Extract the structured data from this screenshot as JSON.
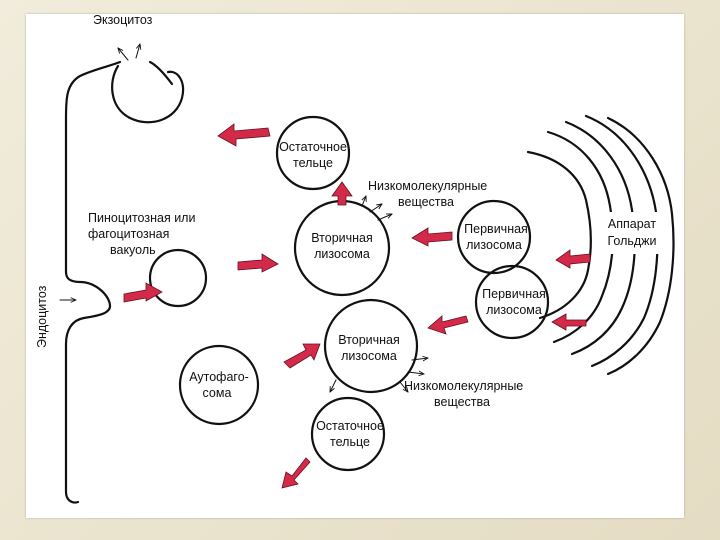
{
  "diagram": {
    "colors": {
      "accent_arrow": "#d42a4a",
      "ink": "#111111",
      "background": "#e9e3cf"
    },
    "labels": {
      "exocytosis": "Экзоцитоз",
      "endocytosis": "Эндоцитоз",
      "residual_body_top_1": "Остаточное",
      "residual_body_top_2": "тельце",
      "low_molecular_top_1": "Низкомолекулярные",
      "low_molecular_top_2": "вещества",
      "pinocytic_1": "Пиноцитозная или",
      "pinocytic_2": "фагоцитозная",
      "pinocytic_3": "вакуоль",
      "secondary_top_1": "Вторичная",
      "secondary_top_2": "лизосома",
      "primary_top_1": "Первичная",
      "primary_top_2": "лизосома",
      "golgi_1": "Аппарат",
      "golgi_2": "Гольджи",
      "primary_bottom_1": "Первичная",
      "primary_bottom_2": "лизосома",
      "secondary_bottom_1": "Вторичная",
      "secondary_bottom_2": "лизосома",
      "autophagosome_1": "Аутофаго-",
      "autophagosome_2": "сома",
      "low_molecular_bottom_1": "Низкомолекулярные",
      "low_molecular_bottom_2": "вещества",
      "residual_body_bottom_1": "Остаточное",
      "residual_body_bottom_2": "тельце"
    }
  }
}
